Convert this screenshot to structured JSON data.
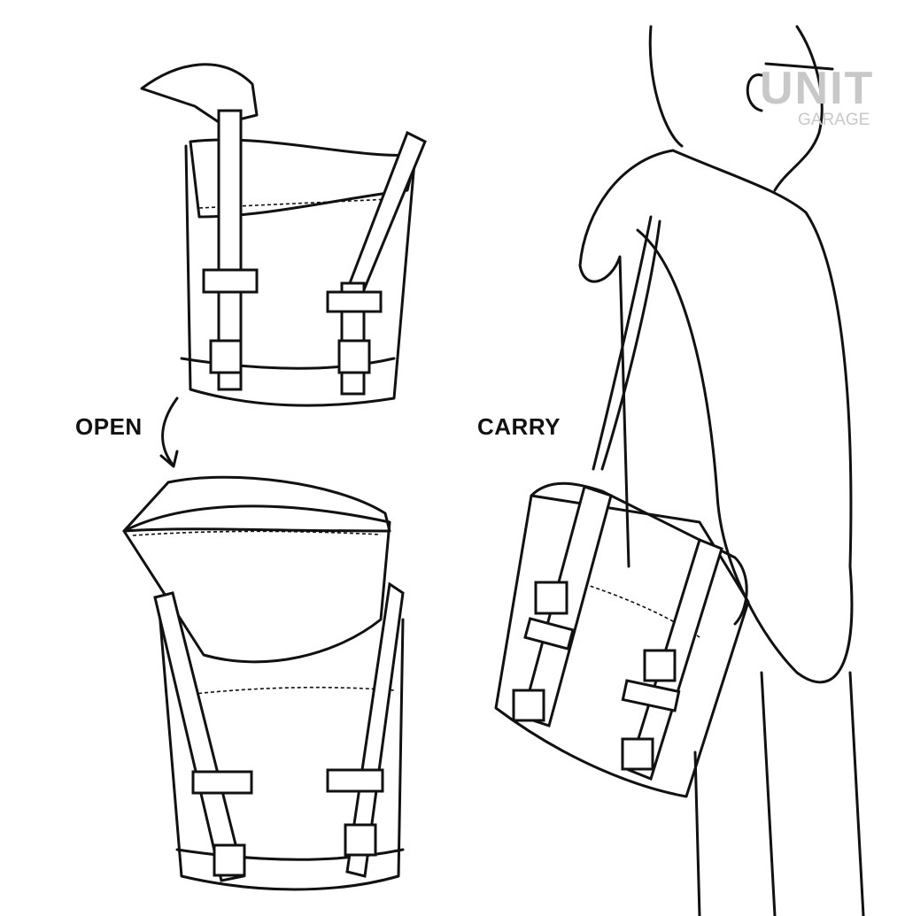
{
  "labels": {
    "open": "OPEN",
    "carry": "CARRY"
  },
  "logo": {
    "brand": "UNIT",
    "sub": "GARAGE"
  },
  "colors": {
    "line": "#111111",
    "logo": "#c8c8c8",
    "background": "#ffffff"
  }
}
